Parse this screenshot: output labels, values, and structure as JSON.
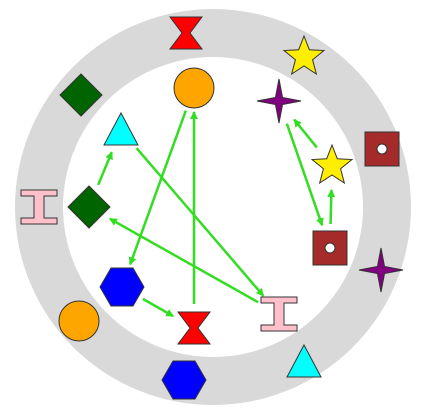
{
  "colors": {
    "ring": "#d9d9d9",
    "inner": "#ffffff",
    "arrow": "#33dd22",
    "red": "#ff0000",
    "orange": "#ffa500",
    "yellow": "#ffee00",
    "purple": "#800080",
    "darkred": "#a52a2a",
    "green": "#006400",
    "cyan": "#00ffff",
    "pink": "#ffc0cb",
    "blue": "#0000ff"
  },
  "ring_shapes": [
    {
      "name": "ring-red-hourglass",
      "shape": "hourglass",
      "color": "red"
    },
    {
      "name": "ring-yellow-star",
      "shape": "star5",
      "color": "yellow"
    },
    {
      "name": "ring-darkred-square",
      "shape": "square-dot",
      "color": "darkred"
    },
    {
      "name": "ring-purple-star",
      "shape": "star4",
      "color": "purple"
    },
    {
      "name": "ring-cyan-triangle",
      "shape": "triangle",
      "color": "cyan"
    },
    {
      "name": "ring-blue-hexagon",
      "shape": "hexagon",
      "color": "blue"
    },
    {
      "name": "ring-orange-circle",
      "shape": "circle",
      "color": "orange"
    },
    {
      "name": "ring-pink-ibeam",
      "shape": "ibeam",
      "color": "pink"
    },
    {
      "name": "ring-green-diamond",
      "shape": "diamond",
      "color": "green"
    }
  ],
  "inner_shapes": [
    {
      "name": "inner-orange-circle",
      "shape": "circle",
      "color": "orange"
    },
    {
      "name": "inner-purple-star",
      "shape": "star4",
      "color": "purple"
    },
    {
      "name": "inner-cyan-triangle",
      "shape": "triangle",
      "color": "cyan"
    },
    {
      "name": "inner-yellow-star",
      "shape": "star5",
      "color": "yellow"
    },
    {
      "name": "inner-green-diamond",
      "shape": "diamond",
      "color": "green"
    },
    {
      "name": "inner-darkred-square",
      "shape": "square-dot",
      "color": "darkred"
    },
    {
      "name": "inner-blue-hexagon",
      "shape": "hexagon",
      "color": "blue"
    },
    {
      "name": "inner-red-hourglass",
      "shape": "hourglass",
      "color": "red"
    },
    {
      "name": "inner-pink-ibeam",
      "shape": "ibeam",
      "color": "pink"
    }
  ],
  "arrows": [
    {
      "name": "arrow-orange-circle-to-blue-hexagon",
      "from": "inner-orange-circle",
      "to": "inner-blue-hexagon"
    },
    {
      "name": "arrow-red-hourglass-to-orange-circle",
      "from": "inner-red-hourglass",
      "to": "inner-orange-circle"
    },
    {
      "name": "arrow-cyan-triangle-to-pink-ibeam",
      "from": "inner-cyan-triangle",
      "to": "inner-pink-ibeam"
    },
    {
      "name": "arrow-pink-ibeam-to-green-diamond",
      "from": "inner-pink-ibeam",
      "to": "inner-green-diamond"
    },
    {
      "name": "arrow-green-diamond-to-cyan-triangle",
      "from": "inner-green-diamond",
      "to": "inner-cyan-triangle"
    },
    {
      "name": "arrow-blue-hexagon-to-red-hourglass",
      "from": "inner-blue-hexagon",
      "to": "inner-red-hourglass"
    },
    {
      "name": "arrow-purple-star-to-darkred-square",
      "from": "inner-purple-star",
      "to": "inner-darkred-square"
    },
    {
      "name": "arrow-darkred-square-to-yellow-star",
      "from": "inner-darkred-square",
      "to": "inner-yellow-star"
    },
    {
      "name": "arrow-yellow-star-to-purple-star",
      "from": "inner-yellow-star",
      "to": "inner-purple-star"
    }
  ]
}
